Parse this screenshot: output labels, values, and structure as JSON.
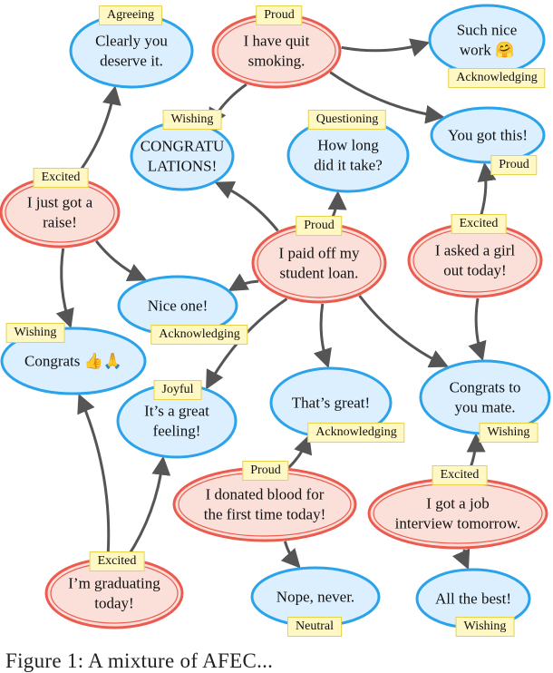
{
  "colors": {
    "blue_fill": "#dcefff",
    "blue_stroke": "#2aa3ea",
    "red_fill": "#fbe0da",
    "red_stroke": "#ec5b4e",
    "arrow": "#555555",
    "tag_fill": "#fff8c4",
    "tag_border": "#e8d24a"
  },
  "nodes": [
    {
      "id": "clearly",
      "kind": "blue",
      "lines": [
        "Clearly you",
        "deserve it."
      ],
      "label": "Agreeing"
    },
    {
      "id": "quit",
      "kind": "red",
      "lines": [
        "I have quit",
        "smoking."
      ],
      "label": "Proud"
    },
    {
      "id": "nice_work",
      "kind": "blue",
      "lines": [
        "Such nice",
        "work 🤗"
      ],
      "label": "Acknowledging"
    },
    {
      "id": "congratulations",
      "kind": "blue",
      "lines": [
        "CONGRATU",
        "LATIONS!"
      ],
      "label": "Wishing"
    },
    {
      "id": "how_long",
      "kind": "blue",
      "lines": [
        "How long",
        "did it take?"
      ],
      "label": "Questioning"
    },
    {
      "id": "got_this",
      "kind": "blue",
      "lines": [
        "You got this!"
      ],
      "label": "Proud"
    },
    {
      "id": "raise",
      "kind": "red",
      "lines": [
        "I just got a",
        "raise!"
      ],
      "label": "Excited"
    },
    {
      "id": "loan",
      "kind": "red",
      "lines": [
        "I paid off my",
        "student loan."
      ],
      "label": "Proud"
    },
    {
      "id": "girl",
      "kind": "red",
      "lines": [
        "I asked a girl",
        "out today!"
      ],
      "label": "Excited"
    },
    {
      "id": "nice_one",
      "kind": "blue",
      "lines": [
        "Nice one!"
      ],
      "label": "Acknowledging"
    },
    {
      "id": "congrats_hands",
      "kind": "blue",
      "lines": [
        "Congrats 👍🙏"
      ],
      "label": "Wishing"
    },
    {
      "id": "great_feeling",
      "kind": "blue",
      "lines": [
        "It’s a great",
        "feeling!"
      ],
      "label": "Joyful"
    },
    {
      "id": "thats_great",
      "kind": "blue",
      "lines": [
        "That’s great!"
      ],
      "label": "Acknowledging"
    },
    {
      "id": "congrats_mate",
      "kind": "blue",
      "lines": [
        "Congrats to",
        "you mate."
      ],
      "label": "Wishing"
    },
    {
      "id": "blood",
      "kind": "red",
      "lines": [
        "I donated blood for",
        "the first time today!"
      ],
      "label": "Proud"
    },
    {
      "id": "interview",
      "kind": "red",
      "lines": [
        "I got a job",
        "interview tomorrow."
      ],
      "label": "Excited"
    },
    {
      "id": "graduating",
      "kind": "red",
      "lines": [
        "I’m graduating",
        "today!"
      ],
      "label": "Excited"
    },
    {
      "id": "nope",
      "kind": "blue",
      "lines": [
        "Nope, never."
      ],
      "label": "Neutral"
    },
    {
      "id": "all_best",
      "kind": "blue",
      "lines": [
        "All the best!"
      ],
      "label": "Wishing"
    }
  ],
  "edges": [
    [
      "quit",
      "nice_work"
    ],
    [
      "quit",
      "congratulations"
    ],
    [
      "quit",
      "got_this"
    ],
    [
      "raise",
      "clearly"
    ],
    [
      "raise",
      "nice_one"
    ],
    [
      "raise",
      "congrats_hands"
    ],
    [
      "loan",
      "congratulations"
    ],
    [
      "loan",
      "how_long"
    ],
    [
      "loan",
      "nice_one"
    ],
    [
      "loan",
      "great_feeling"
    ],
    [
      "loan",
      "thats_great"
    ],
    [
      "loan",
      "congrats_mate"
    ],
    [
      "girl",
      "got_this"
    ],
    [
      "girl",
      "congrats_mate"
    ],
    [
      "blood",
      "thats_great"
    ],
    [
      "blood",
      "nope"
    ],
    [
      "interview",
      "congrats_mate"
    ],
    [
      "interview",
      "all_best"
    ],
    [
      "graduating",
      "congrats_hands"
    ],
    [
      "graduating",
      "great_feeling"
    ]
  ],
  "caption": "Figure 1: A mixture of AFEC..."
}
